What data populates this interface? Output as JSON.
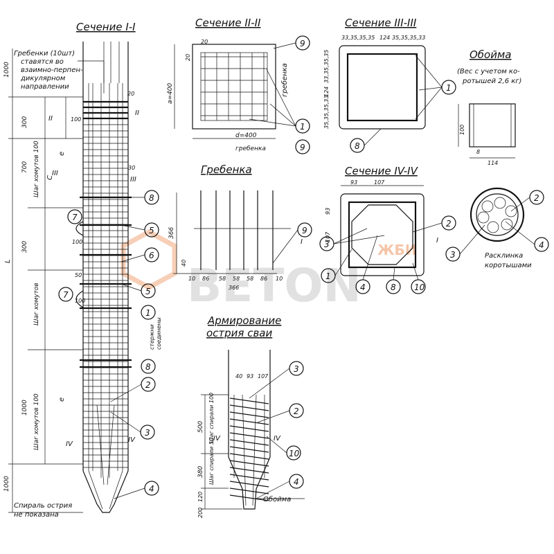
{
  "sections": {
    "s1": {
      "title": "Сечение I-I"
    },
    "s2": {
      "title": "Сечение II-II"
    },
    "s3": {
      "title": "Сечение III-III"
    },
    "s4": {
      "title": "Сечение IV-IV"
    },
    "obojma": {
      "title": "Обойма",
      "note_line1": "(Вес с учетом ко-",
      "note_line2": "ротышей 2,6 кг)"
    },
    "grebenka": {
      "title": "Гребенка"
    },
    "tip": {
      "title_line1": "Армирование",
      "title_line2": "острия сваи"
    }
  },
  "notes": {
    "grebenki_line1": "Гребенки (10шт)",
    "grebenki_line2": "ставятся во",
    "grebenki_line3": "взаимно-перпен-",
    "grebenki_line4": "дикулярном",
    "grebenki_line5": "направлении",
    "spiral_line1": "Спираль острия",
    "spiral_line2": "не показана",
    "sterzhni_line1": "стержни",
    "sterzhni_line2": "соединены",
    "stirrup_100_top": "Шаг хомутов 100",
    "stirrup_100_bottom": "Шаг хомутов 100",
    "stirrup_ladder": "Шаг хомутов",
    "rasklinka_line1": "Расклинка",
    "rasklinka_line2": "коротышами",
    "spiral_step_100": "Шаг спирали 100",
    "spiral_step_50": "Шаг спирали 50",
    "obojma_label": "Обойма",
    "grebenka_label": "гребенка"
  },
  "dimensions": {
    "d1000_top": "1000",
    "d300": "300",
    "d700": "700",
    "d300b": "300",
    "d1000_bottom": "1000",
    "d1000_tip": "1000",
    "L": "L",
    "a400": "a=400",
    "d400": "d=400",
    "d20": "20",
    "d20b": "20",
    "d30": "30",
    "d100": "100",
    "d50": "50",
    "d40": "40",
    "d366": "366",
    "d366b": "366",
    "d40b": "40",
    "d10": "10",
    "d86": "86",
    "d58": "58",
    "d58b": "58",
    "d58c": "58",
    "d86b": "86",
    "d10b": "10",
    "d100_obojma": "100",
    "d114": "114",
    "d8": "8",
    "d93": "93",
    "d107": "107",
    "d93v": "93",
    "d107v": "107",
    "d124": "124",
    "d124v": "124",
    "row_top": "33,35,35,35",
    "row_top2": "35,35,35,33",
    "d500": "500",
    "d380": "380",
    "d120": "120",
    "d200": "200",
    "d40t": "40",
    "d93t": "93",
    "d107t": "107",
    "C": "C",
    "e": "e"
  },
  "callouts": [
    "1",
    "2",
    "3",
    "4",
    "5",
    "6",
    "7",
    "8",
    "9",
    "10"
  ],
  "roman": {
    "II": "II",
    "III": "III",
    "IV": "IV",
    "I": "I"
  },
  "watermark": {
    "top": "ЖБИ",
    "main": "BETON"
  }
}
